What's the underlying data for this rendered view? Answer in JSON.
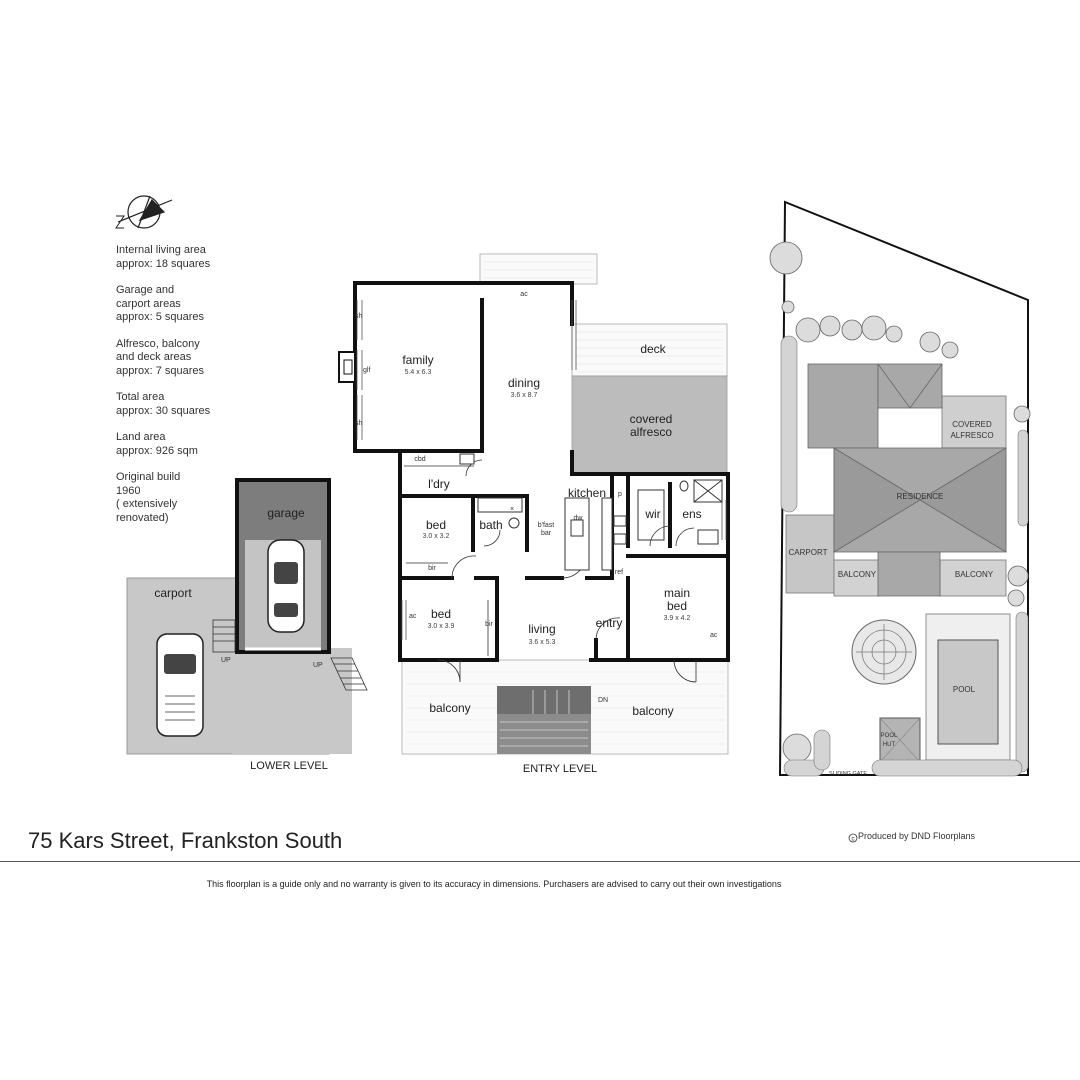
{
  "legend": [
    "Internal living area\napprox: 18 squares",
    "Garage and\ncarport areas\napprox:  5 squares",
    "Alfresco, balcony\nand deck areas\napprox: 7 squares",
    "Total area\napprox: 30 squares",
    "Land area\napprox: 926 sqm",
    "Original build\n1960\n( extensively\nrenovated)"
  ],
  "address": "75 Kars Street, Frankston South",
  "credit": "Produced by DND Floorplans",
  "disclaimer": "This floorplan is a guide only and no warranty is given to  its accuracy in dimensions.  Purchasers are advised to carry out their own investigations",
  "lower_level": {
    "title": "LOWER LEVEL",
    "garage": "garage",
    "carport": "carport",
    "up1": "UP",
    "up2": "UP"
  },
  "entry_level": {
    "title": "ENTRY LEVEL",
    "family": {
      "name": "family",
      "dim": "5.4 x 6.3"
    },
    "dining": {
      "name": "dining",
      "dim": "3.6 x 8.7"
    },
    "deck": "deck",
    "alfresco_1": "covered",
    "alfresco_2": "alfresco",
    "kitchen": "kitchen",
    "ldry": "l'dry",
    "cbd": "cbd",
    "bath": "bath",
    "bed1": {
      "name": "bed",
      "dim": "3.0 x 3.2"
    },
    "bed2": {
      "name": "bed",
      "dim": "3.0 x 3.9"
    },
    "bir1": "bir",
    "bir2": "bir",
    "bfast1": "b'fast",
    "bfast2": "bar",
    "dw": "dw",
    "wir": "wir",
    "ens": "ens",
    "p": "p",
    "ref": "ref",
    "living": {
      "name": "living",
      "dim": "3.6 x 5.3"
    },
    "entry": "entry",
    "main_bed": {
      "name1": "main",
      "name2": "bed",
      "dim": "3.9 x 4.2"
    },
    "balcony_left": "balcony",
    "balcony_right": "balcony",
    "dn": "DN",
    "ac1": "ac",
    "ac2": "ac",
    "ac3": "ac",
    "sh1": "sh",
    "sh2": "sh",
    "glf": "glf",
    "x_mark": "×"
  },
  "site_plan": {
    "residence": "RESIDENCE",
    "carport": "CARPORT",
    "covered_1": "COVERED",
    "covered_2": "ALFRESCO",
    "balcony_left": "BALCONY",
    "balcony_right": "BALCONY",
    "pool": "POOL",
    "pool_hut_1": "POOL",
    "pool_hut_2": "HUT",
    "sliding_gate": "SLIDING GATE"
  },
  "colors": {
    "wall": "#111111",
    "grey_fill": "#bdbdbd",
    "dark_grey": "#808080",
    "site_roof": "#a9a9a9",
    "site_light": "#d6d6d6"
  }
}
